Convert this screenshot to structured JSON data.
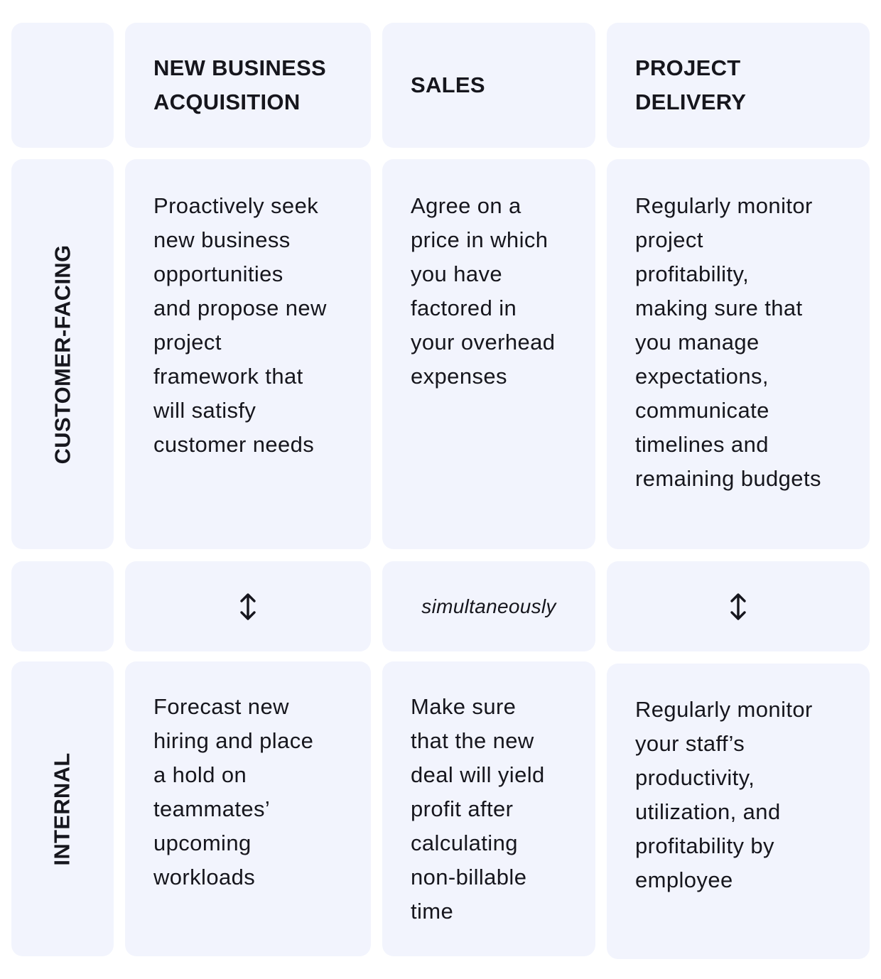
{
  "columns": {
    "new_business": "NEW BUSINESS ACQUISITION",
    "sales": "SALES",
    "project_delivery": "PROJECT DELIVERY"
  },
  "rows": {
    "customer_facing": "CUSTOMER-FACING",
    "internal": "INTERNAL"
  },
  "customer_facing": {
    "new_business": "Proactively seek\nnew business\nopportunities\nand propose new\nproject\nframework that\nwill satisfy\ncustomer needs",
    "sales": "Agree on a\nprice in which\nyou have\nfactored in\nyour overhead\nexpenses",
    "project_delivery": "Regularly monitor\nproject\nprofitability,\nmaking sure that\nyou manage\nexpectations,\ncommunicate\ntimelines and\nremaining budgets"
  },
  "middle": {
    "connector_label": "simultaneously",
    "arrow_icon": "up-down-arrow-icon"
  },
  "internal": {
    "new_business": "Forecast new\nhiring and place\na hold on\nteammates’\nupcoming\nworkloads",
    "sales": "Make sure\nthat the new\ndeal will yield\nprofit after\ncalculating\nnon-billable\ntime",
    "project_delivery": "Regularly monitor\nyour staff’s\nproductivity,\nutilization, and\nprofitability by\nemployee"
  },
  "colors": {
    "cell_background": "#f2f4fd",
    "text": "#16161d"
  }
}
